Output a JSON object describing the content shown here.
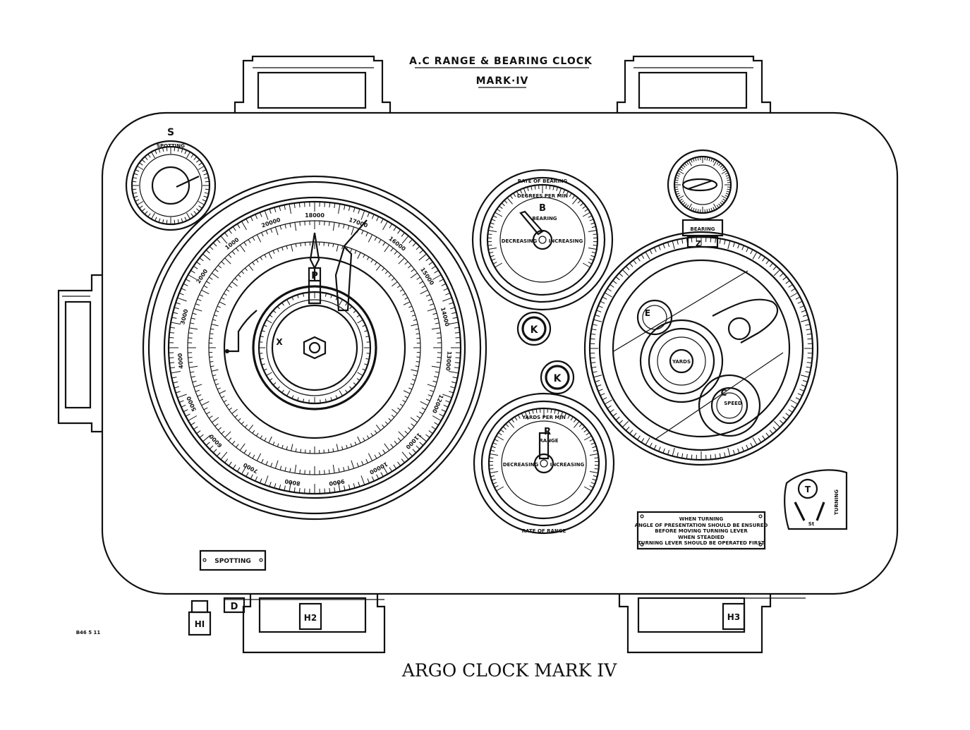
{
  "header": {
    "line1": "A.C RANGE & BEARING CLOCK",
    "line2": "MARK·IV"
  },
  "caption": "ARGO CLOCK MARK IV",
  "print_ref": "B46 5 11",
  "labels": {
    "s": "S",
    "spotting_top": "SPOTTING",
    "b": "B",
    "r": "R",
    "k1": "K",
    "k2": "K",
    "p": "P",
    "x": "X",
    "z": "Z",
    "e": "E",
    "c": "C",
    "t": "T",
    "d": "D",
    "h1": "HI",
    "h2": "H2",
    "h3": "H3",
    "bearing": "BEARING"
  },
  "dial_text": {
    "rate_of_bearing": "RATE OF BEARING",
    "rate_of_range": "RATE OF RANGE",
    "degrees_per_min": "DEGREES PER MIN",
    "yards_per_min": "YARDS PER MIN",
    "bearing_dial": "BEARING",
    "range_dial": "RANGE",
    "decreasing": "DECREASING",
    "increasing": "INCREASING",
    "yards": "YARDS",
    "speed": "SPEED",
    "spotting_plate": "SPOTTING",
    "turning_switch": "TURNING",
    "st": "St"
  },
  "range_dial_numbers": [
    "18000",
    "17000",
    "16000",
    "15000",
    "14000",
    "13000",
    "12000",
    "11000",
    "10000",
    "9000",
    "8000",
    "7000",
    "6000",
    "5000",
    "4000",
    "3000",
    "2000",
    "1000",
    "20000"
  ],
  "instruction_plate": {
    "line1": "WHEN TURNING",
    "line2": "ANGLE OF PRESENTATION SHOULD BE ENSURED",
    "line3": "BEFORE MOVING TURNING LEVER",
    "line4": "WHEN STEADIED",
    "line5": "TURNING LEVER SHOULD BE OPERATED FIRST"
  }
}
